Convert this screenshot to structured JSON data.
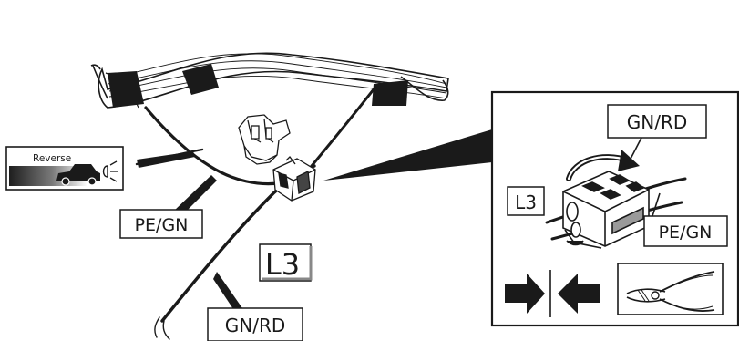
{
  "labels": {
    "reverse": "Reverse",
    "pe_gn_main": "PE/GN",
    "l3_main": "L3",
    "gn_rd_main": "GN/RD",
    "gn_rd_inset": "GN/RD",
    "l3_inset": "L3",
    "pe_gn_inset": "PE/GN"
  },
  "icons": {
    "reverse_badge": "car-reverse-light-icon",
    "connector_main": "splice-connector-icon",
    "connector_inset": "splice-connector-icon",
    "rotate_arrow": "rotate-arrow-icon",
    "press_arrows": "press-arrows-icon",
    "pliers": "pliers-icon"
  },
  "colors": {
    "line": "#1a1a1a",
    "background": "#ffffff"
  }
}
